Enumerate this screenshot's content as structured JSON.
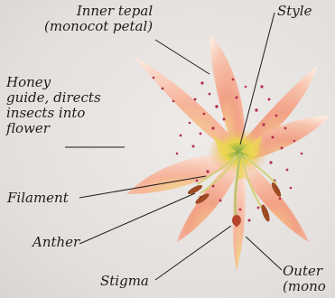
{
  "labels": {
    "inner_tepal": "Inner tepal\n(monocot petal)",
    "style": "Style",
    "honey_guide": "Honey\nguide, directs\ninsects into\nflower",
    "filament": "Filament",
    "anther": "Anther",
    "stigma": "Stigma",
    "outer_tepal": "Outer\n(mono"
  },
  "colors": {
    "background": "#e3e0de",
    "petal_pink": "#f2a98e",
    "petal_light": "#fbe4d8",
    "honey_guide_yellow": "#e8d34a",
    "spots": "#b4304a",
    "anther": "#9c4a22",
    "stigma": "#b5462c",
    "leader_lines": "#1d1d1d"
  }
}
